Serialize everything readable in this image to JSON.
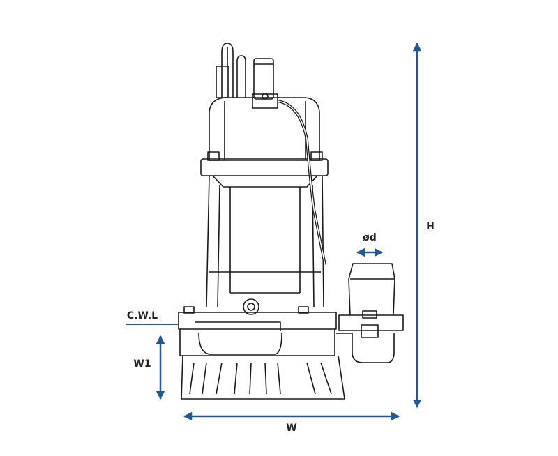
{
  "labels": {
    "height": "H",
    "width": "W",
    "w1": "W1",
    "cwl": "C.W.L",
    "diameter": "ød"
  },
  "colors": {
    "dimension_arrow": "#1f5a96",
    "outline": "#1a1a1a"
  }
}
